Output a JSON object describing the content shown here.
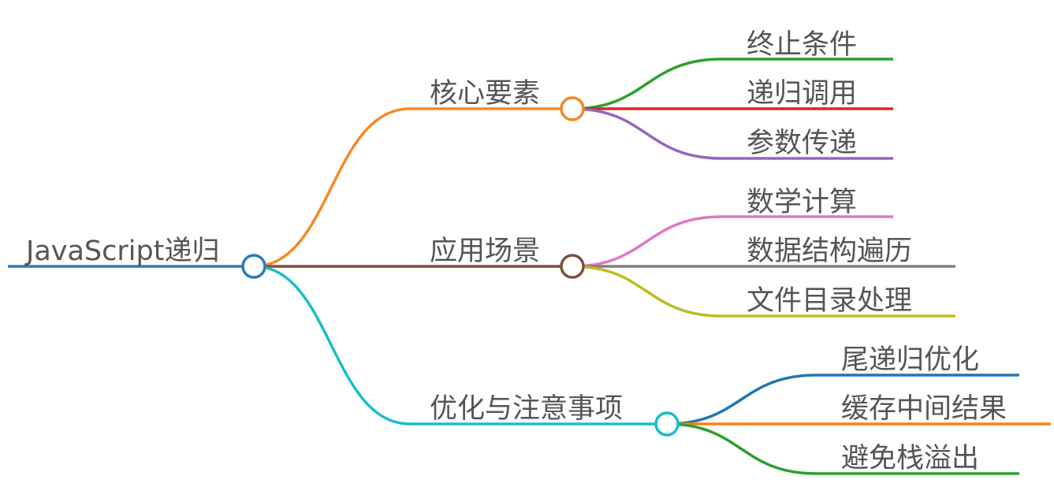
{
  "root": {
    "label": "JavaScript递归",
    "color": "#2b7ab8"
  },
  "branches": [
    {
      "label": "核心要素",
      "color": "#f5891f",
      "children": [
        {
          "label": "终止条件",
          "color": "#2ca02c"
        },
        {
          "label": "递归调用",
          "color": "#d62728"
        },
        {
          "label": "参数传递",
          "color": "#9467bd"
        }
      ]
    },
    {
      "label": "应用场景",
      "color": "#7f4f3f",
      "children": [
        {
          "label": "数学计算",
          "color": "#e377c2"
        },
        {
          "label": "数据结构遍历",
          "color": "#7f7f7f"
        },
        {
          "label": "文件目录处理",
          "color": "#bcbd22"
        }
      ]
    },
    {
      "label": "优化与注意事项",
      "color": "#17becf",
      "children": [
        {
          "label": "尾递归优化",
          "color": "#1f77b4"
        },
        {
          "label": "缓存中间结果",
          "color": "#ff7f0e"
        },
        {
          "label": "避免栈溢出",
          "color": "#2ca02c"
        }
      ]
    }
  ]
}
